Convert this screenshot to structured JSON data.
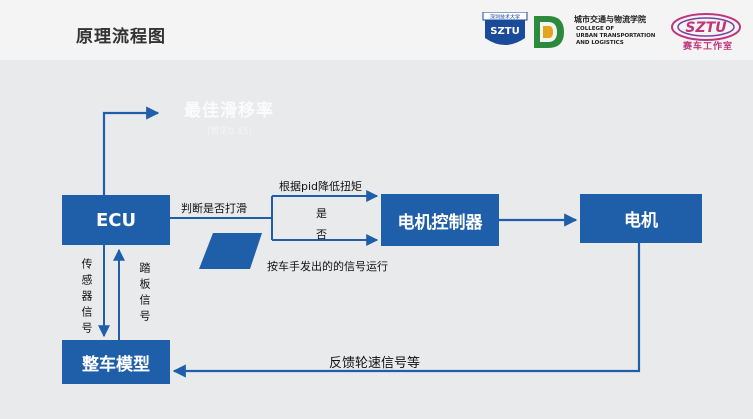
{
  "header": {
    "title": "原理流程图",
    "logo_sztu_text": "SZTU",
    "logo_sztu_cn": "深圳技术大学",
    "school_cn": "城市交通与物流学院",
    "school_en": "COLLEGE OF\nURBAN TRANSPORTATION\nAND LOGISTICS",
    "team_name": "赛车工作室",
    "team_logo_text": "SZTU"
  },
  "diagram": {
    "ecu": "ECU",
    "motor_controller": "电机控制器",
    "motor": "电机",
    "vehicle_model": "整车模型",
    "optimal_slip": "最佳滑移率",
    "optimal_slip_note": "(暂定0.15)",
    "judge_slip": "判断是否打滑",
    "reduce_torque": "根据pid降低扭矩",
    "yes": "是",
    "no": "否",
    "driver_signal": "按车手发出的的信号运行",
    "sensor_signal": "传感器信号",
    "pedal_signal": "踏板信号",
    "wheel_speed_feedback": "反馈轮速信号等"
  },
  "colors": {
    "box_fill": "#1f5ea8",
    "line": "#1f5ea8",
    "background": "#e9eaec"
  }
}
